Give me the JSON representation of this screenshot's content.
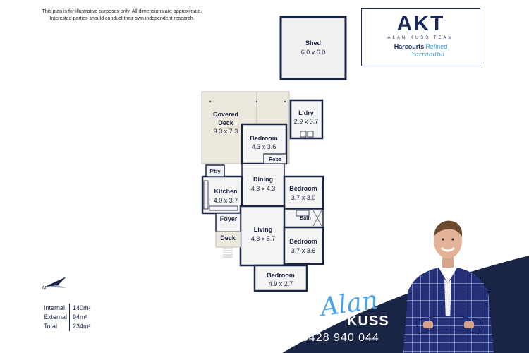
{
  "disclaimer": {
    "line1": "This plan is for illustrative purposes only. All dimensions are approximate.",
    "line2": "Interested parties should conduct their own independent research."
  },
  "rooms": {
    "shed": {
      "name": "Shed",
      "dim": "6.0 x 6.0"
    },
    "covered_deck": {
      "name_line1": "Covered",
      "name_line2": "Deck",
      "dim": "9.3 x 7.3"
    },
    "laundry": {
      "name": "L'dry",
      "dim": "2.9 x 3.7"
    },
    "bedroom1": {
      "name": "Bedroom",
      "dim": "4.3 x 3.6"
    },
    "robe": {
      "name": "Robe"
    },
    "pantry": {
      "name": "P'try"
    },
    "dining": {
      "name": "Dining",
      "dim": "4.3 x 4.3"
    },
    "kitchen": {
      "name": "Kitchen",
      "dim": "4.0 x 3.7"
    },
    "bedroom2": {
      "name": "Bedroom",
      "dim": "3.7 x 3.0"
    },
    "bath": {
      "name": "Bath"
    },
    "foyer": {
      "name": "Foyer"
    },
    "living": {
      "name": "Living",
      "dim": "4.3 x 5.7"
    },
    "deck": {
      "name": "Deck"
    },
    "bedroom3": {
      "name": "Bedroom",
      "dim": "3.7 x 3.6"
    },
    "bedroom4": {
      "name": "Bedroom",
      "dim": "4.9 x 2.7"
    }
  },
  "logo": {
    "brand": "AKT",
    "team": "ALAN KUSS TEAM",
    "agency": "Harcourts",
    "agency_suffix": "Refined",
    "location": "Yarrabilba"
  },
  "areas": {
    "internal_label": "Internal",
    "internal_value": "140m²",
    "external_label": "External",
    "external_value": "94m²",
    "total_label": "Total",
    "total_value": "234m²"
  },
  "agent": {
    "first_name": "Alan",
    "last_name": "KUSS",
    "phone": "0428 940 044"
  },
  "colors": {
    "navy": "#1a2444",
    "deck_fill": "#ede8dd",
    "room_fill": "#f4f4f4",
    "accent_blue": "#4aa3e8"
  }
}
